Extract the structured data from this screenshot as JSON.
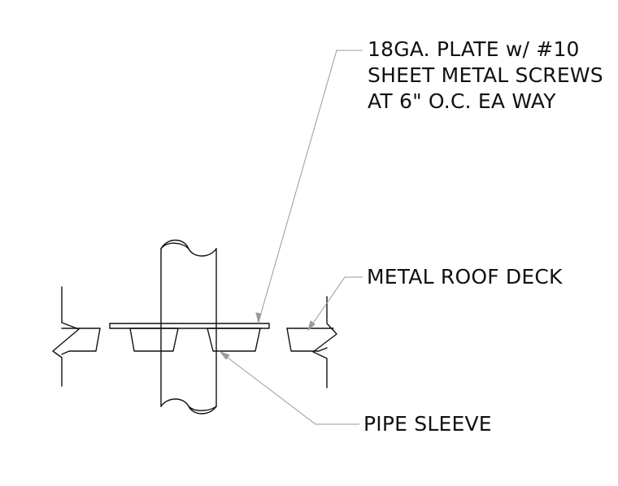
{
  "callouts": {
    "plate": {
      "lines": [
        "18GA. PLATE w/ #10",
        "SHEET METAL SCREWS",
        "AT 6\" O.C. EA WAY"
      ]
    },
    "deck": {
      "text": "METAL ROOF DECK"
    },
    "sleeve": {
      "text": "PIPE SLEEVE"
    }
  },
  "colors": {
    "line": "#111111",
    "leader": "#9a9a9a",
    "background": "#ffffff"
  }
}
